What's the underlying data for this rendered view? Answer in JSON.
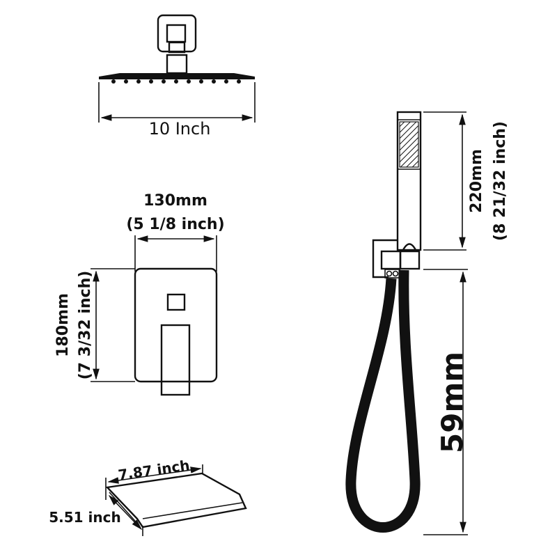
{
  "rain_head": {
    "width_label": "10 Inch"
  },
  "mixing_valve": {
    "width_mm": "130mm",
    "width_inch": "(5 1/8 inch)",
    "height_mm": "180mm",
    "height_inch": "(7 3/32 inch)"
  },
  "tub_spout": {
    "length_label": "7.87 inch",
    "depth_label": "5.51 inch"
  },
  "hand_shower": {
    "length_mm": "220mm",
    "length_inch": "(8 21/32 inch)",
    "hose_label": "59mm"
  },
  "colors": {
    "line": "#111111",
    "background": "#ffffff"
  }
}
